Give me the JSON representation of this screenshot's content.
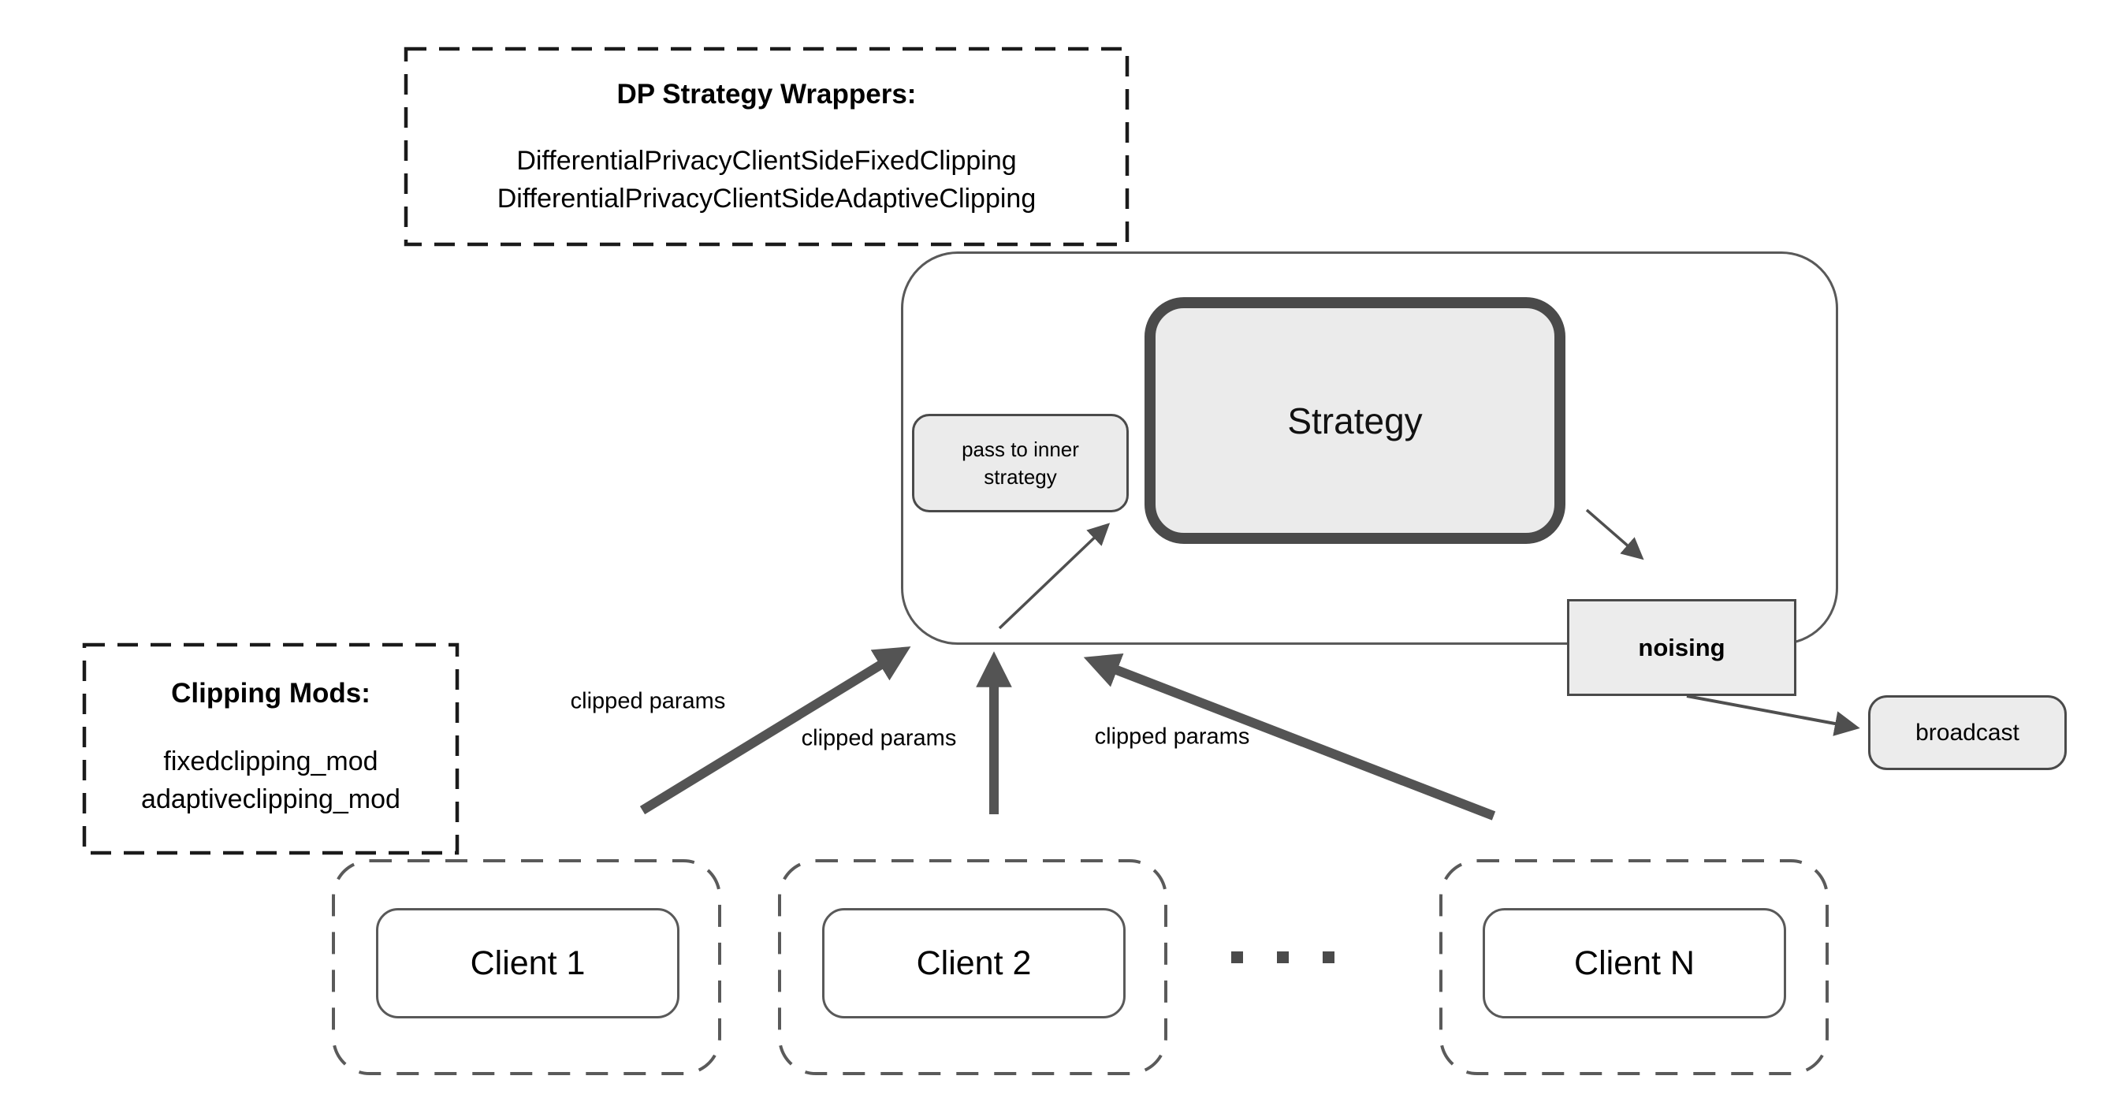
{
  "palette": {
    "box_fill_gray": "#ebebeb",
    "border_gray": "#595959",
    "border_dark": "#4a4a4a",
    "arrow_color": "#545454",
    "dashed_black": "#1b1b1b",
    "text_color": "#000000",
    "background": "#ffffff"
  },
  "dp_wrappers_box": {
    "title": "DP Strategy Wrappers:",
    "lines": [
      "DifferentialPrivacyClientSideFixedClipping",
      "DifferentialPrivacyClientSideAdaptiveClipping"
    ]
  },
  "clipping_mods_box": {
    "title": "Clipping Mods:",
    "lines": [
      "fixedclipping_mod",
      "adaptiveclipping_mod"
    ]
  },
  "server_block": {
    "strategy_label": "Strategy",
    "pass_to_inner_label": "pass to inner strategy",
    "noising_label": "noising",
    "broadcast_label": "broadcast"
  },
  "arrows": {
    "client1": {
      "label": "clipped params"
    },
    "client2": {
      "label": "clipped params"
    },
    "clientN": {
      "label": "clipped params"
    }
  },
  "clients": [
    {
      "label": "Client 1"
    },
    {
      "label": "Client 2"
    },
    {
      "label": "Client N"
    }
  ],
  "icons": {
    "ellipsis": "ellipsis-dots (more clients)"
  }
}
